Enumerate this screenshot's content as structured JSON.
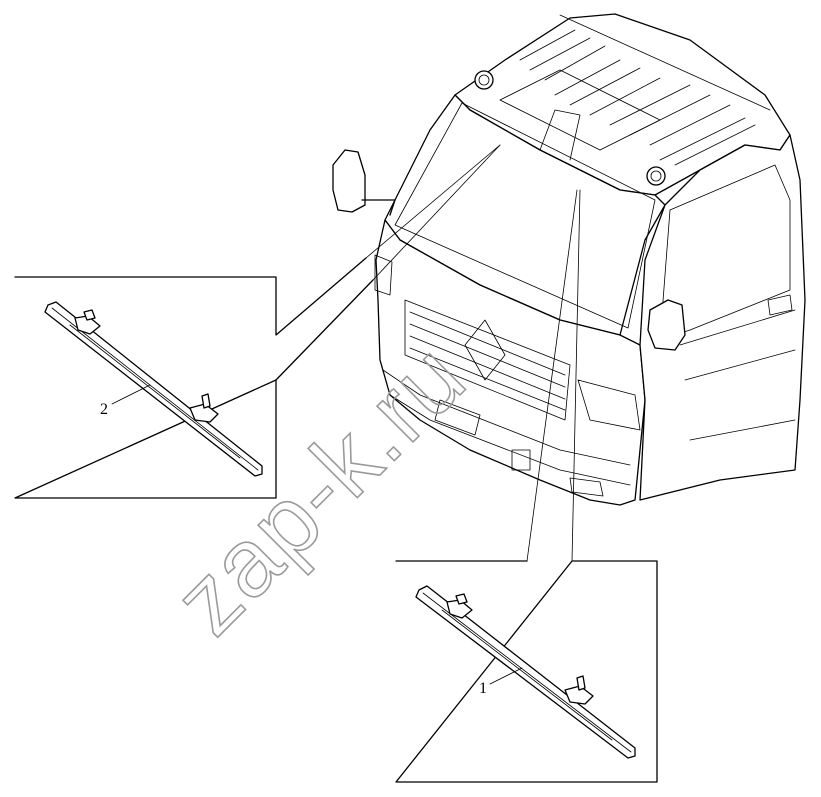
{
  "watermark": {
    "text": "zap-k.ru",
    "color": "#9a9a9a"
  },
  "callouts": [
    {
      "id": "1",
      "label": "1"
    },
    {
      "id": "2",
      "label": "2"
    }
  ],
  "colors": {
    "line": "#000000",
    "background": "#ffffff"
  }
}
